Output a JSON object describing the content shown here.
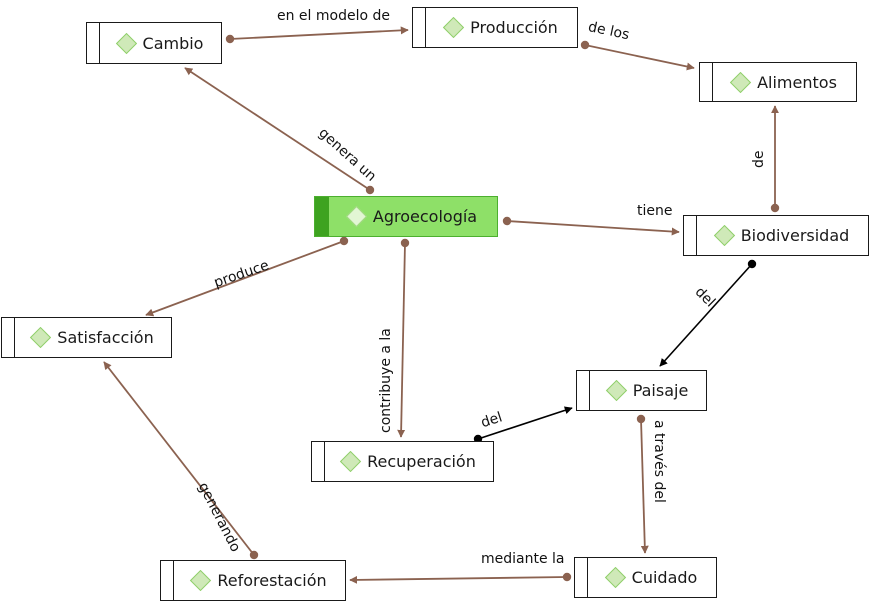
{
  "concepts": {
    "cambio": "Cambio",
    "produccion": "Producción",
    "alimentos": "Alimentos",
    "agroecologia": "Agroecología",
    "biodiversidad": "Biodiversidad",
    "satisfaccion": "Satisfacción",
    "paisaje": "Paisaje",
    "recuperacion": "Recuperación",
    "cuidado": "Cuidado",
    "reforestacion": "Reforestación"
  },
  "links": {
    "genera_un": "genera un",
    "en_el_modelo_de": "en el modelo de",
    "de_los": "de los",
    "de": "de",
    "tiene": "tiene",
    "produce": "produce",
    "contribuye_a_la": "contribuye a la",
    "del_biodiversidad": "del",
    "del_recuperacion": "del",
    "a_traves_del": "a través del",
    "mediante_la": "mediante la",
    "generando": "generando"
  },
  "colors": {
    "connector": "#8b6250",
    "connector_black": "#000000",
    "central_fill": "#8ee068",
    "central_bar": "#3ea320",
    "diamond_fill": "#cfe9b8",
    "diamond_border": "#8fcf6a"
  }
}
